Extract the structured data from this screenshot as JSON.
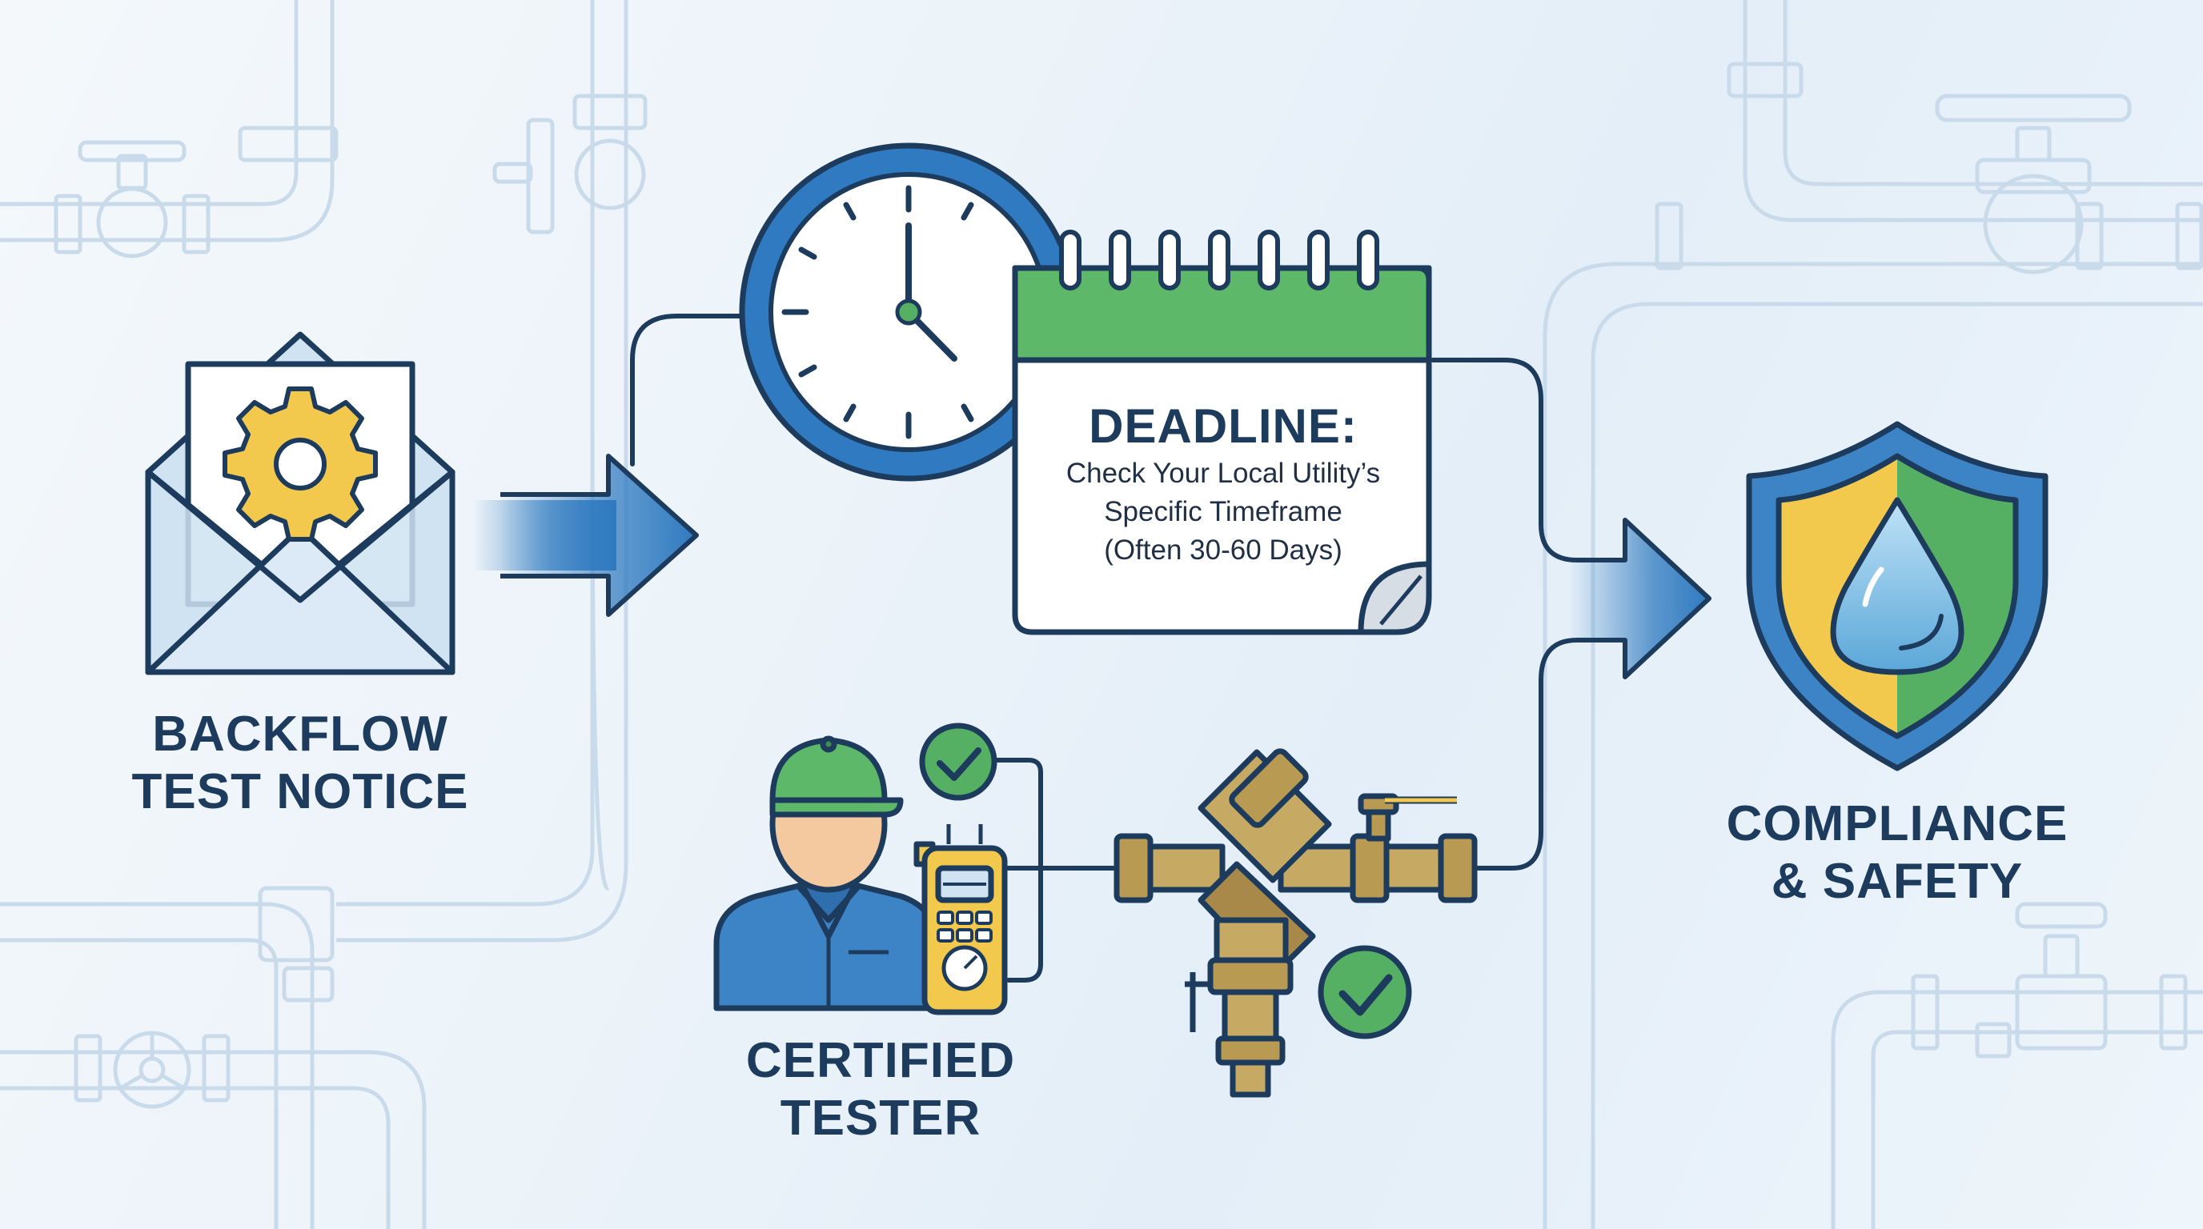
{
  "steps": {
    "notice": {
      "line1": "BACKFLOW",
      "line2": "TEST NOTICE"
    },
    "deadline": {
      "title": "DEADLINE:",
      "line1": "Check Your Local Utility’s",
      "line2": "Specific Timeframe",
      "line3": "(Often 30-60 Days)"
    },
    "tester": {
      "line1": "CERTIFIED",
      "line2": "TESTER"
    },
    "compliance": {
      "line1": "COMPLIANCE",
      "line2": "& SAFETY"
    }
  },
  "colors": {
    "navy": "#1d3b5c",
    "blue": "#2f7ac0",
    "green": "#55b064",
    "yellow": "#f2c94c",
    "brass": "#b89a52",
    "pipe": "#c5d7e8"
  },
  "icons": [
    "envelope-icon",
    "gear-icon",
    "arrow-icon",
    "clock-icon",
    "calendar-icon",
    "technician-icon",
    "test-gauge-icon",
    "check-icon",
    "backflow-valve-icon",
    "shield-icon",
    "water-drop-icon"
  ]
}
